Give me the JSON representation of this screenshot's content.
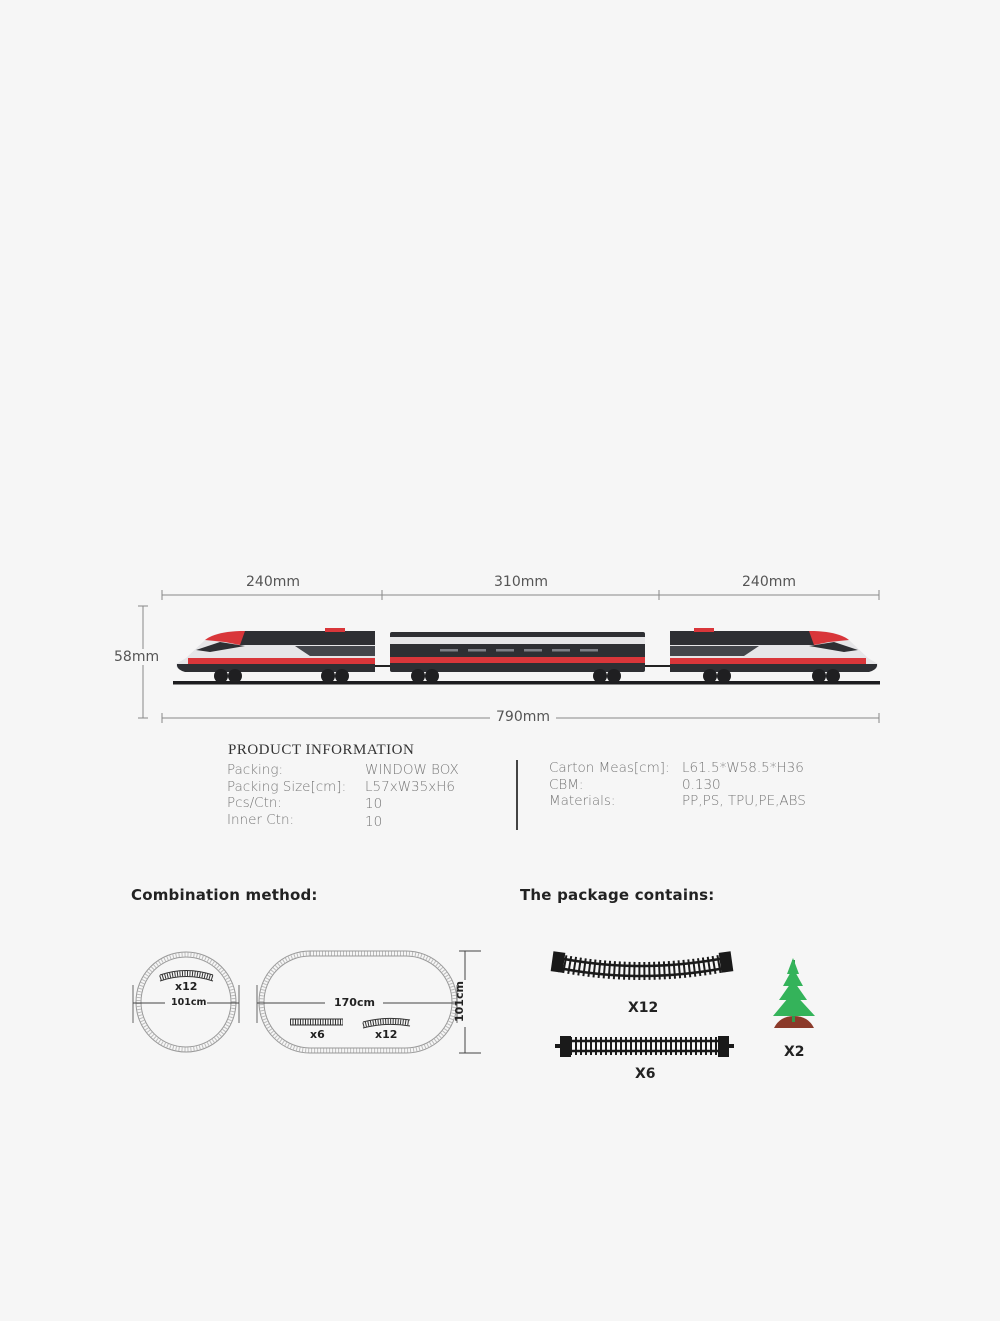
{
  "dimensions": {
    "segment_left": "240mm",
    "segment_middle": "310mm",
    "segment_right": "240mm",
    "height": "58mm",
    "total_length": "790mm"
  },
  "train": {
    "cars": [
      "locomotive-front",
      "passenger-car",
      "locomotive-rear"
    ],
    "colors": {
      "red": "#d9363a",
      "dark": "#2e2f33",
      "silver": "#e6e6e8",
      "grey": "#9a9ca2"
    }
  },
  "product_info": {
    "title": "PRODUCT INFORMATION",
    "left": [
      {
        "label": "Packing:",
        "value": "WINDOW BOX"
      },
      {
        "label": "Packing Size[cm]:",
        "value": "L57xW35xH6"
      },
      {
        "label": "Pcs/Ctn:",
        "value": "10"
      },
      {
        "label": "Inner Ctn:",
        "value": "10"
      }
    ],
    "right": [
      {
        "label": "Carton Meas[cm]:",
        "value": "L61.5*W58.5*H36"
      },
      {
        "label": "CBM:",
        "value": "0.130"
      },
      {
        "label": "Materials:",
        "value": "PP,PS, TPU,PE,ABS"
      }
    ]
  },
  "combination": {
    "heading": "Combination method:",
    "circle": {
      "qty": "x12",
      "diameter": "101cm"
    },
    "oval": {
      "length": "170cm",
      "width": "101cm",
      "straight_qty": "x6",
      "curve_qty": "x12"
    }
  },
  "package": {
    "heading": "The package contains:",
    "items": [
      {
        "name": "curved track",
        "qty": "X12"
      },
      {
        "name": "straight track",
        "qty": "X6"
      },
      {
        "name": "tree",
        "qty": "X2"
      }
    ]
  }
}
